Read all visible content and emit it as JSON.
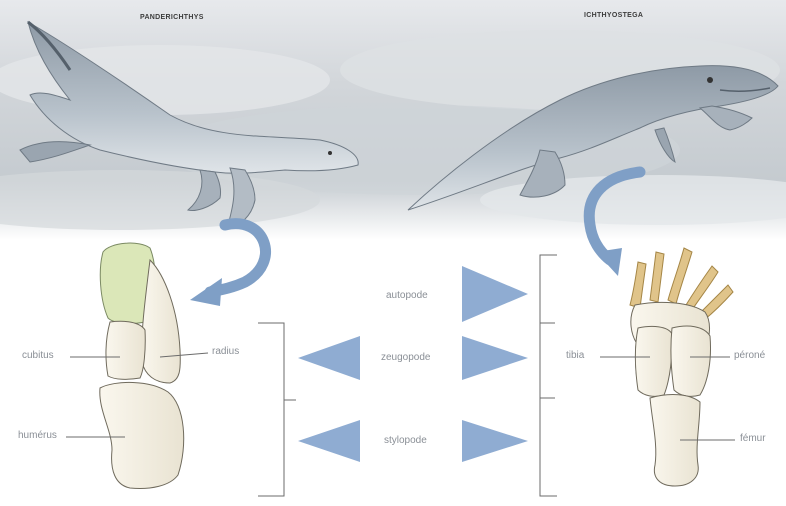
{
  "titles": {
    "left_animal": "PANDERICHTHYS",
    "right_animal": "ICHTHYOSTEGA"
  },
  "segments": {
    "autopode": "autopode",
    "zeugopode": "zeugopode",
    "stylopode": "stylopode"
  },
  "left_limb_labels": {
    "cubitus": "cubitus",
    "radius": "radius",
    "humerus": "humérus"
  },
  "right_limb_labels": {
    "tibia": "tibia",
    "perone": "péroné",
    "femur": "fémur"
  },
  "colors": {
    "sky": "#c9ced3",
    "animal": "#b4bec7",
    "arrow_blue": "#7f9fc6",
    "bone": "#f4f0e4",
    "bone_green": "#dbe7b8",
    "toe_ochre": "#e0c48a"
  }
}
